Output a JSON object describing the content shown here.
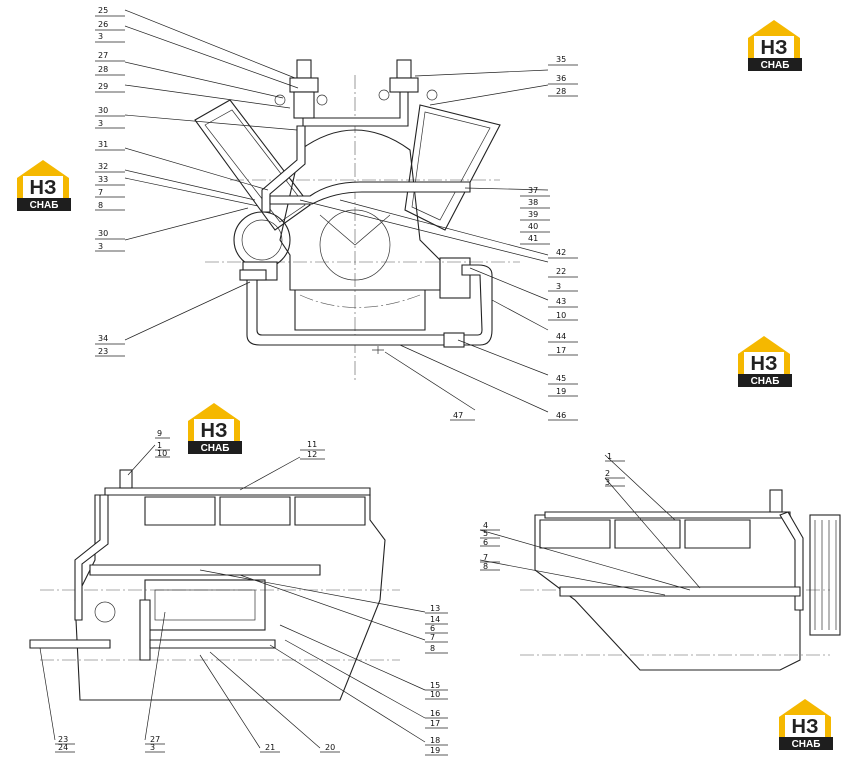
{
  "brand": {
    "initials": "НЗ",
    "name": "СНАБ",
    "colors": {
      "roof": "#f5b800",
      "band": "#1e1e1e",
      "house": "#ffffff"
    }
  },
  "labels": {
    "top": [
      [
        "25",
        "26",
        "3",
        "27",
        "28",
        "29",
        "30",
        "3",
        "31",
        "32",
        "33",
        "7",
        "8",
        "30",
        "3",
        "34",
        "23"
      ],
      [
        "35",
        "36",
        "28",
        "37",
        "38",
        "39",
        "40",
        "41",
        "42",
        "22",
        "3",
        "43",
        "10",
        "44",
        "17",
        "45",
        "19",
        "46",
        "47"
      ]
    ],
    "bl": [
      "9",
      "1",
      "10",
      "11",
      "12",
      "13",
      "14",
      "6",
      "7",
      "8",
      "15",
      "10",
      "16",
      "17",
      "18",
      "19",
      "20",
      "21",
      "27",
      "3",
      "23",
      "24"
    ],
    "br": [
      "1",
      "2",
      "3",
      "4",
      "5",
      "6",
      "7",
      "8"
    ]
  }
}
